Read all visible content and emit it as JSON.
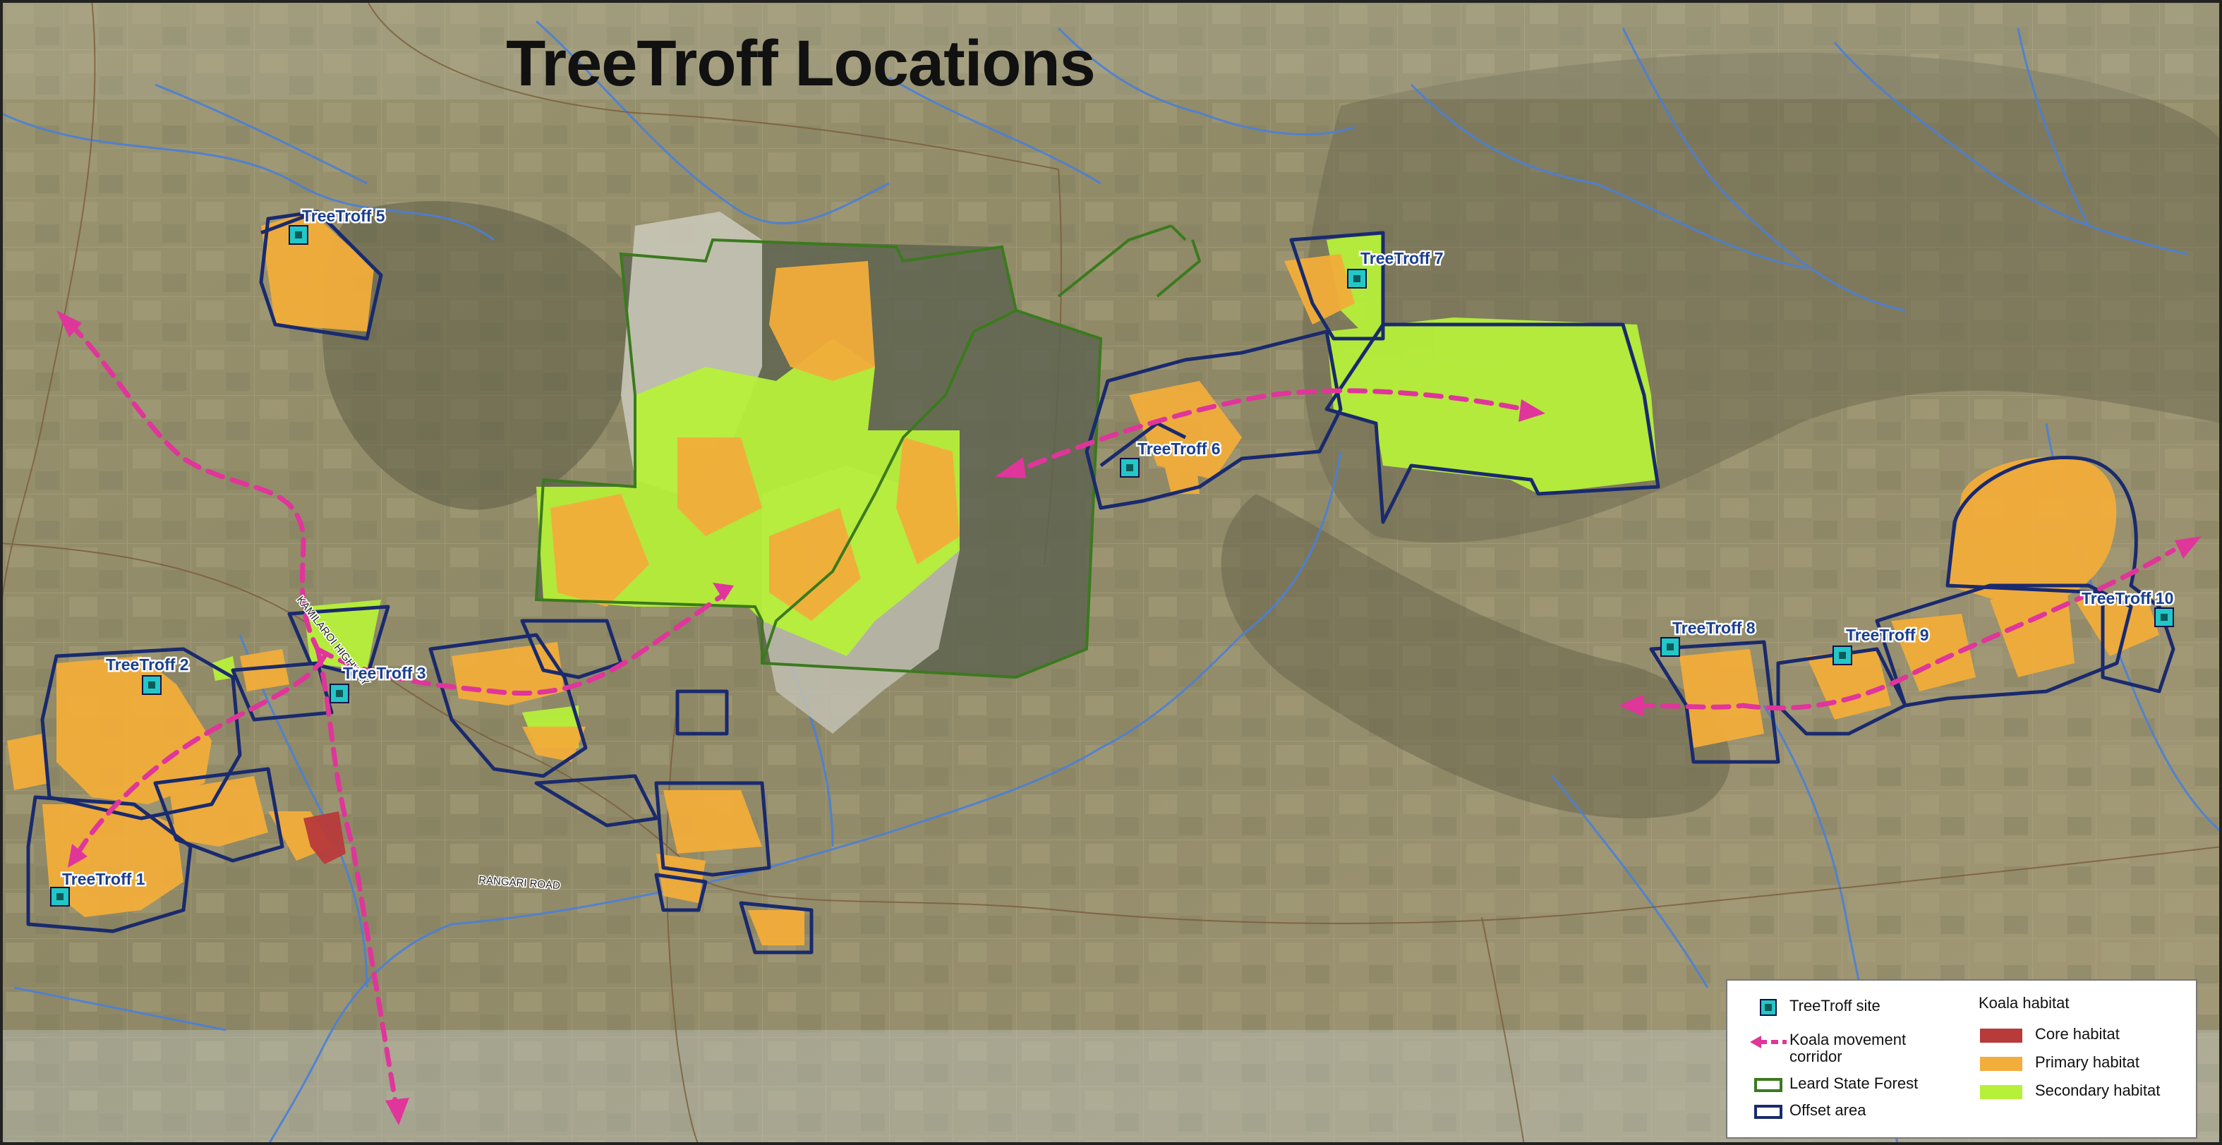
{
  "title": "TreeTroff Locations",
  "sites": [
    {
      "id": "tt1",
      "label": "TreeTroff 1"
    },
    {
      "id": "tt2",
      "label": "TreeTroff 2"
    },
    {
      "id": "tt3",
      "label": "TreeTroff 3"
    },
    {
      "id": "tt5",
      "label": "TreeTroff 5"
    },
    {
      "id": "tt6",
      "label": "TreeTroff 6"
    },
    {
      "id": "tt7",
      "label": "TreeTroff 7"
    },
    {
      "id": "tt8",
      "label": "TreeTroff 8"
    },
    {
      "id": "tt9",
      "label": "TreeTroff 9"
    },
    {
      "id": "tt10",
      "label": "TreeTroff 10"
    }
  ],
  "roads": {
    "kamilaroi": "KAMILAROI HIGHWAY",
    "rangari": "RANGARI ROAD"
  },
  "legend": {
    "site": "TreeTroff site",
    "corridor_line1": "Koala movement",
    "corridor_line2": "corridor",
    "forest": "Leard State Forest",
    "offset": "Offset area",
    "habitat_heading": "Koala habitat",
    "core": "Core habitat",
    "primary": "Primary habitat",
    "secondary": "Secondary habitat"
  },
  "colors": {
    "site_marker": "#22c7c7",
    "corridor": "#e0359b",
    "forest_outline": "#3b7a1e",
    "offset_outline": "#1a2a6e",
    "core": "#b83a3a",
    "primary": "#f2ad3a",
    "secondary": "#b6f03a",
    "river": "#4a7fd8"
  }
}
